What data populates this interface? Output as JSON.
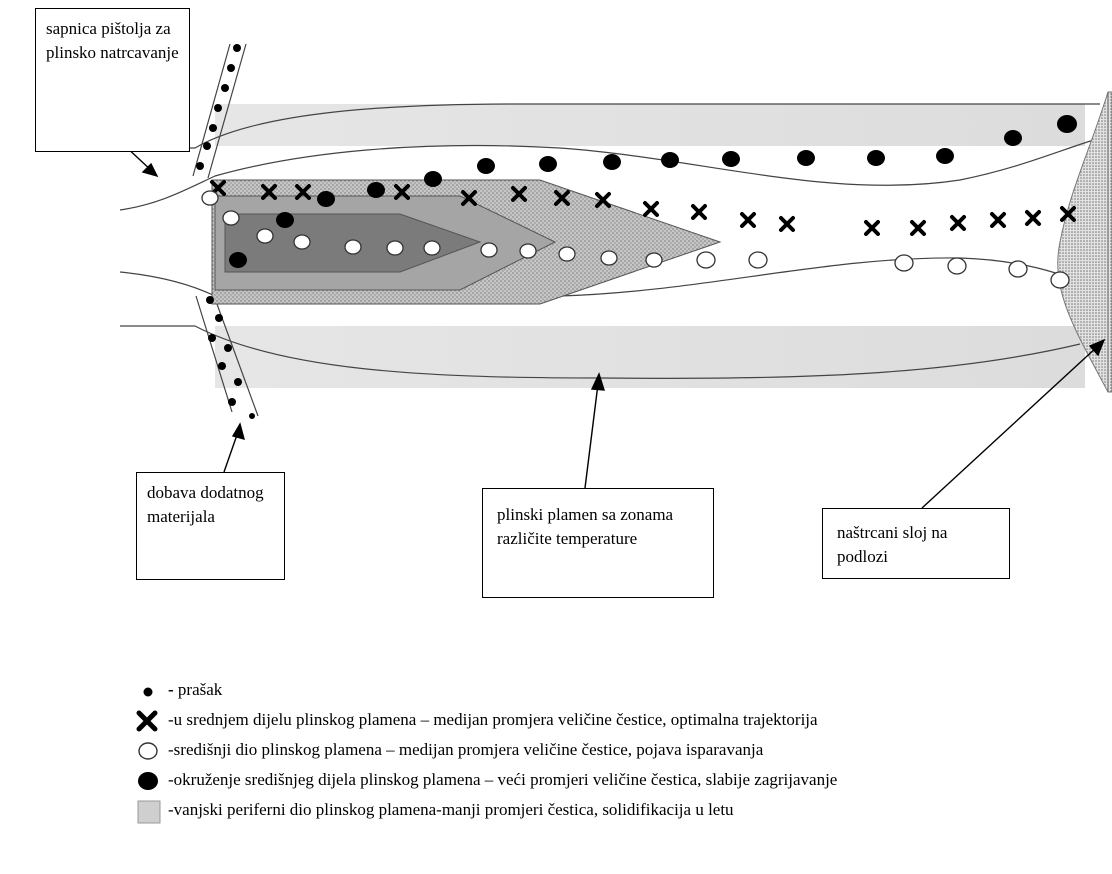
{
  "callouts": {
    "nozzle": "sapnica pištolja za plinsko natrcavanje",
    "feed": "dobava dodatnog materijala",
    "flame": "plinski plamen sa zonama različite temperature",
    "coating": "naštrcani sloj na podlozi"
  },
  "legend": [
    {
      "symbol": "dot-small",
      "dash": "-",
      "text": " prašak"
    },
    {
      "symbol": "cross",
      "dash": "",
      "text": "-u srednjem dijelu plinskog plamena – medijan promjera veličine čestice, optimalna  trajektorija"
    },
    {
      "symbol": "circle-open",
      "dash": "",
      "text": "-središnji dio plinskog plamena – medijan promjera veličine čestice, pojava isparavanja"
    },
    {
      "symbol": "dot-large",
      "dash": "",
      "text": "-okruženje središnjeg dijela plinskog plamena – veći promjeri veličine čestica, slabije zagrijavanje"
    },
    {
      "symbol": "square-gray",
      "dash": "",
      "text": "-vanjski periferni dio plinskog plamena-manji promjeri čestica, solidifikacija u letu"
    }
  ],
  "colors": {
    "outer_zone": "#e3e3e3",
    "hatched_zone": "#bdbdbd",
    "mid_zone": "#a3a3a3",
    "core_zone": "#7b7b7b",
    "coating": "#c9c9c9",
    "ink": "#000000"
  }
}
